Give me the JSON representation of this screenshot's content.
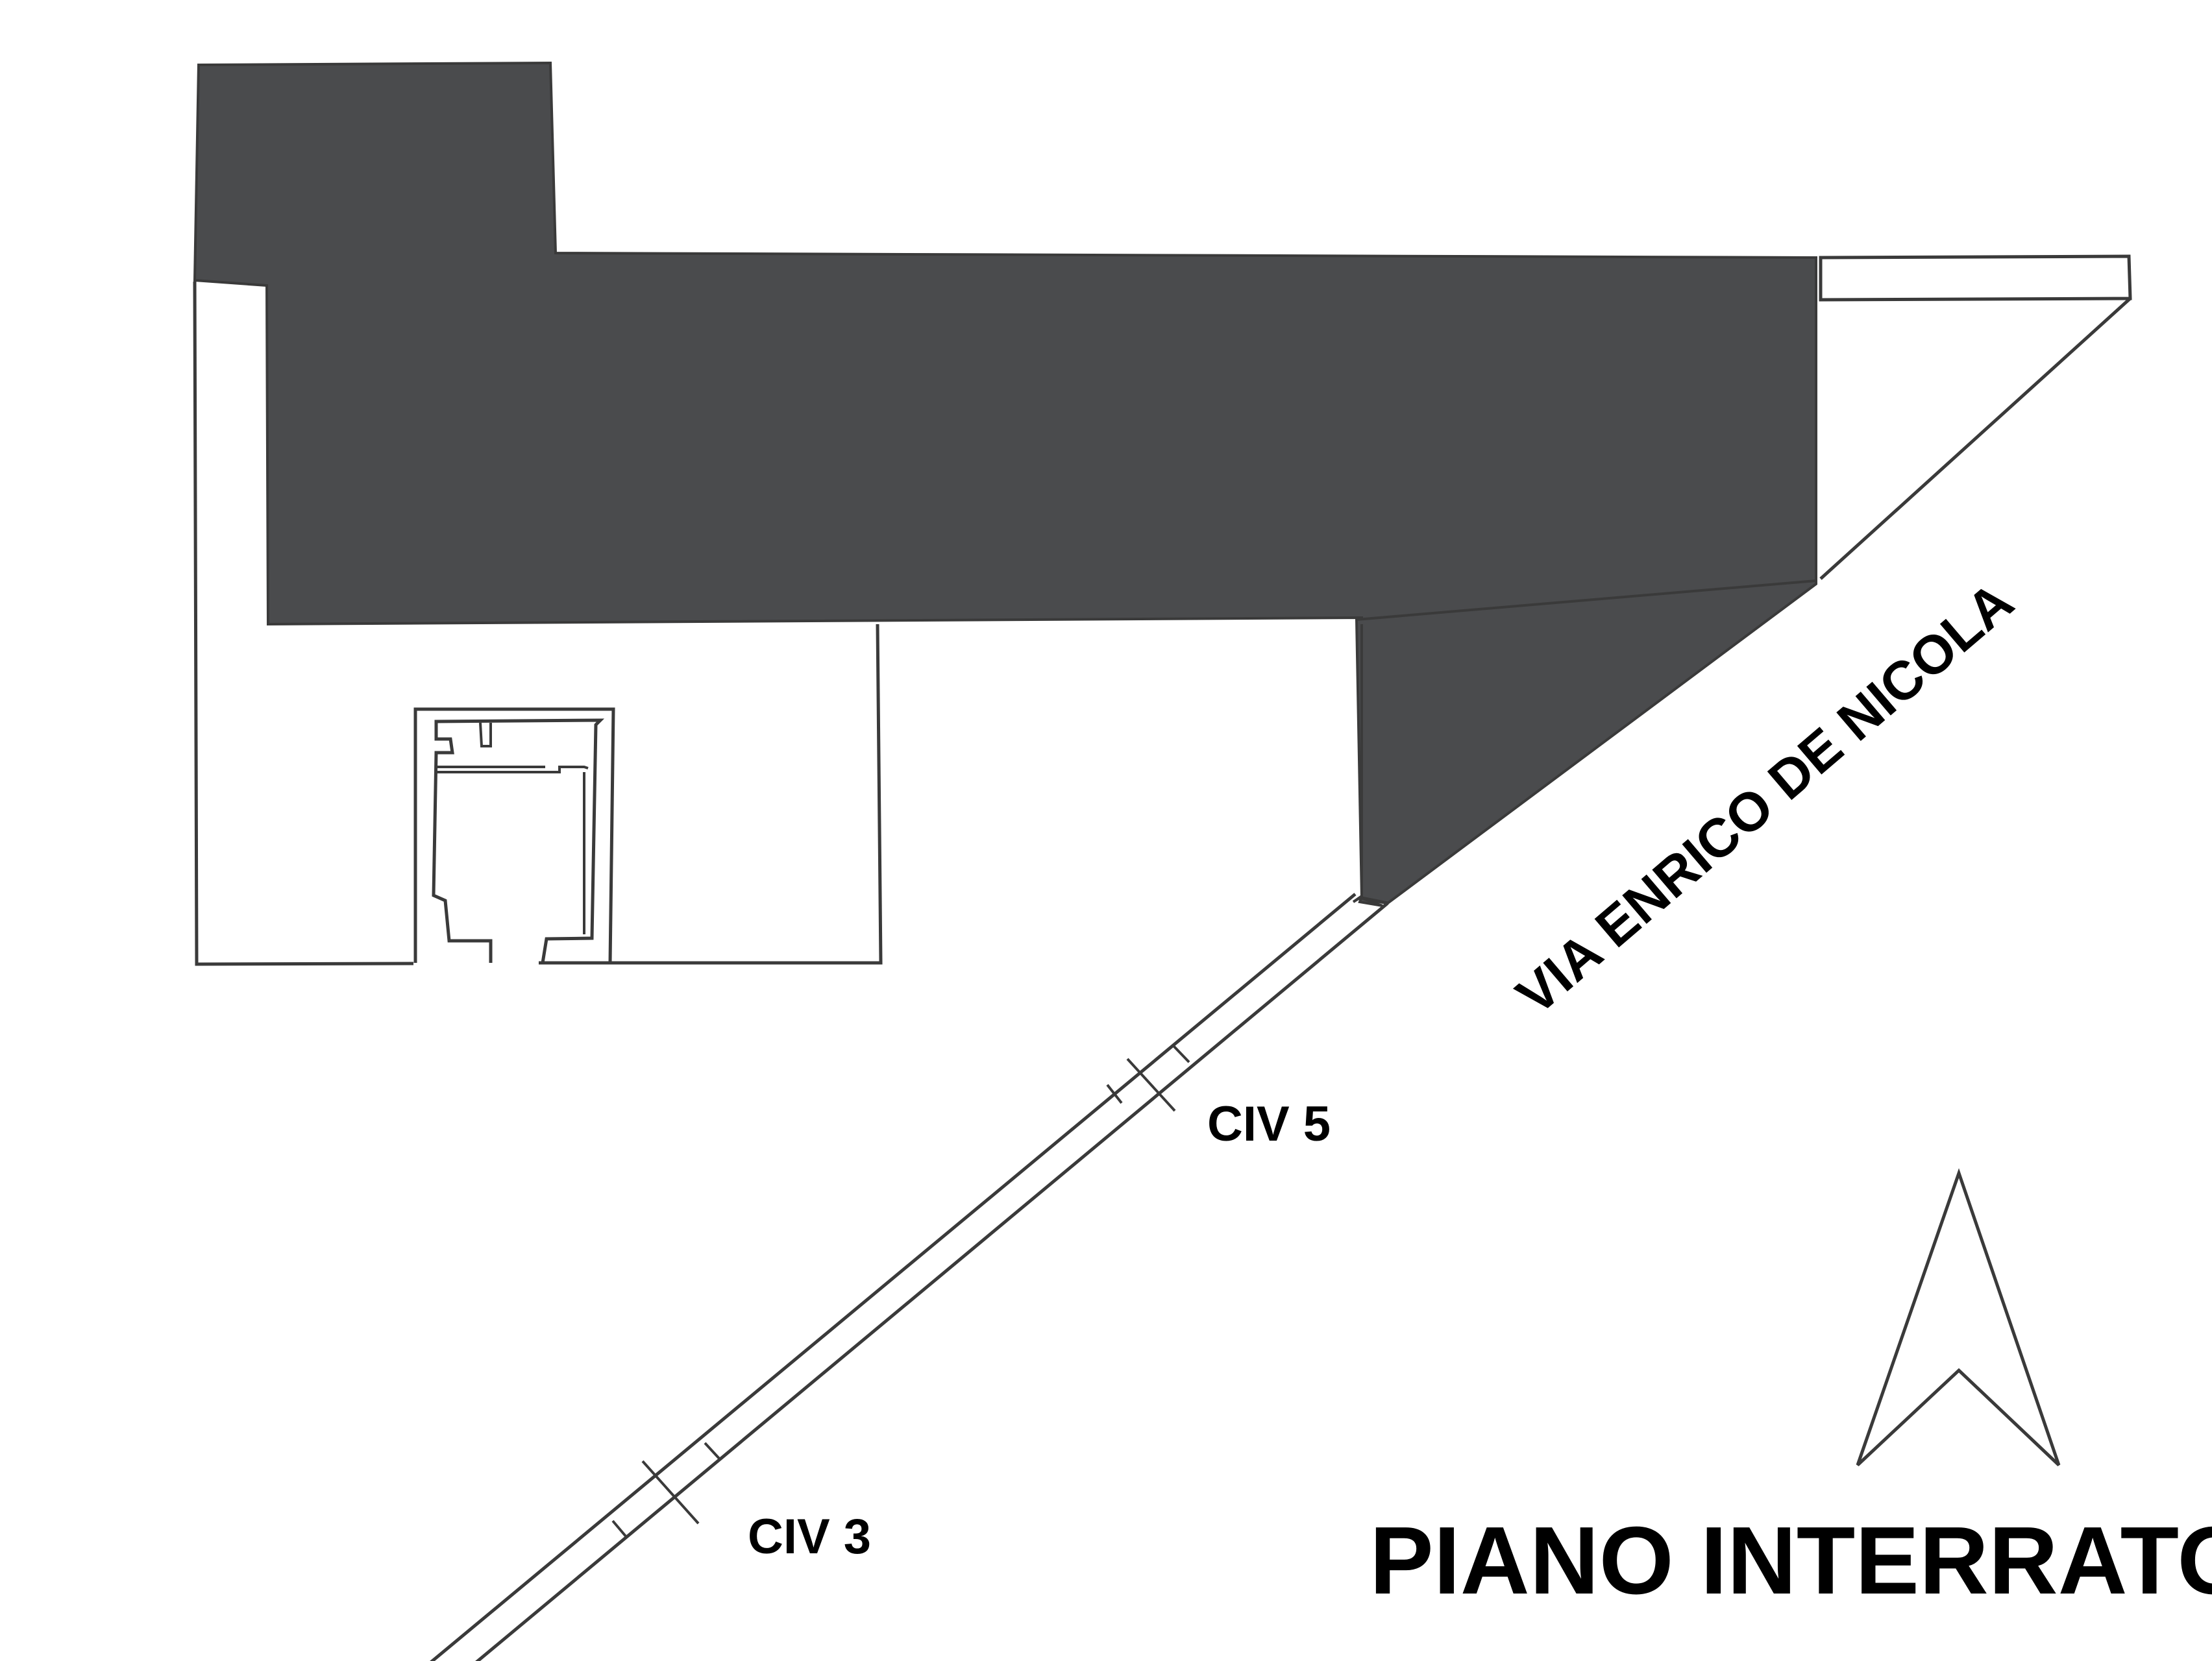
{
  "colors": {
    "building_mass": "#4a4b4d",
    "line": "#3a3a3a",
    "text": "#000000",
    "background": "#ffffff"
  },
  "labels": {
    "street": "VIA ENRICO DE NICOLA",
    "civ5": "CIV 5",
    "civ3": "CIV 3",
    "title": "PIANO INTERRATO"
  },
  "icons": {
    "north": "north-arrow-icon"
  }
}
